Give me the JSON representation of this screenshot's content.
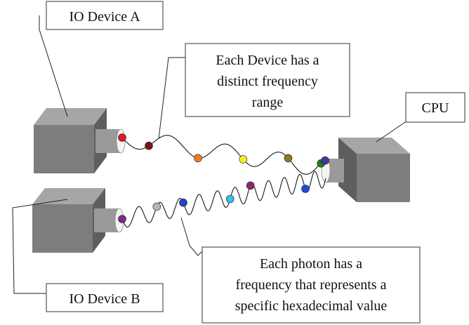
{
  "labels": {
    "io_device_a": "IO Device A",
    "io_device_b": "IO Device B",
    "cpu": "CPU",
    "device_note": [
      "Each Device has a",
      "distinct frequency",
      "range"
    ],
    "photon_note": [
      "Each photon has a",
      "frequency that represents a",
      "specific hexadecimal value"
    ]
  },
  "colors": {
    "device_front": "#7d7d7d",
    "device_top": "#a6a6a6",
    "device_side": "#5e5e5e",
    "port": "#9a9a9a",
    "wave": "#1a1a1a"
  },
  "waves": {
    "upper": {
      "photon_colors": [
        "#e0191d",
        "#7a1414",
        "#f07a25",
        "#f2ee2a",
        "#8a7a20",
        "#1f7a1f",
        "#3b3b9a"
      ]
    },
    "lower": {
      "photon_colors": [
        "#7a2a8a",
        "#b5b5b5",
        "#2244cc",
        "#35c3df",
        "#8a2a6a",
        "#2244dd"
      ]
    }
  }
}
